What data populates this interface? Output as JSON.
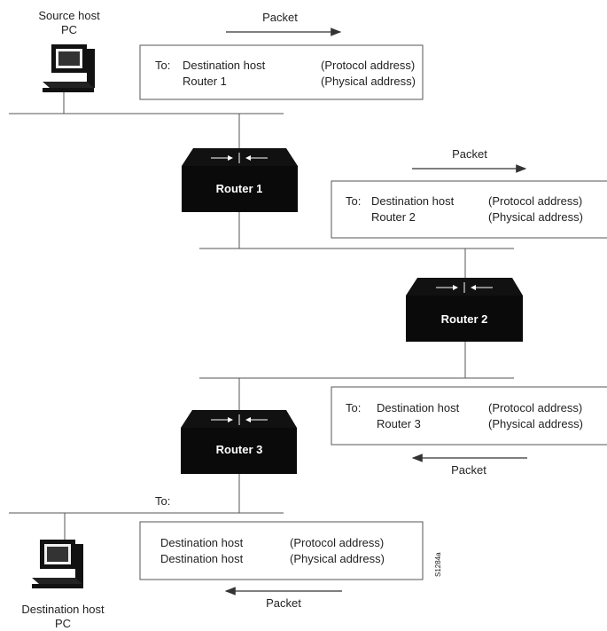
{
  "source_host": {
    "line1": "Source host",
    "line2": "PC"
  },
  "destination_host": {
    "line1": "Destination host",
    "line2": "PC"
  },
  "packet_label": "Packet",
  "routers": [
    {
      "label": "Router 1"
    },
    {
      "label": "Router 2"
    },
    {
      "label": "Router 3"
    }
  ],
  "box1": {
    "to": "To:",
    "rows": [
      {
        "name": "Destination host",
        "type": "(Protocol address)"
      },
      {
        "name": "Router 1",
        "type": "(Physical address)"
      }
    ]
  },
  "box2": {
    "to": "To:",
    "rows": [
      {
        "name": "Destination host",
        "type": "(Protocol address)"
      },
      {
        "name": "Router 2",
        "type": "(Physical address)"
      }
    ]
  },
  "box3": {
    "to": "To:",
    "rows": [
      {
        "name": "Destination host",
        "type": "(Protocol address)"
      },
      {
        "name": "Router 3",
        "type": "(Physical address)"
      }
    ]
  },
  "box4": {
    "to": "To:",
    "rows": [
      {
        "name": "Destination host",
        "type": "(Protocol address)"
      },
      {
        "name": "Destination host",
        "type": "(Physical address)"
      }
    ]
  },
  "figure_id": "S1284a"
}
